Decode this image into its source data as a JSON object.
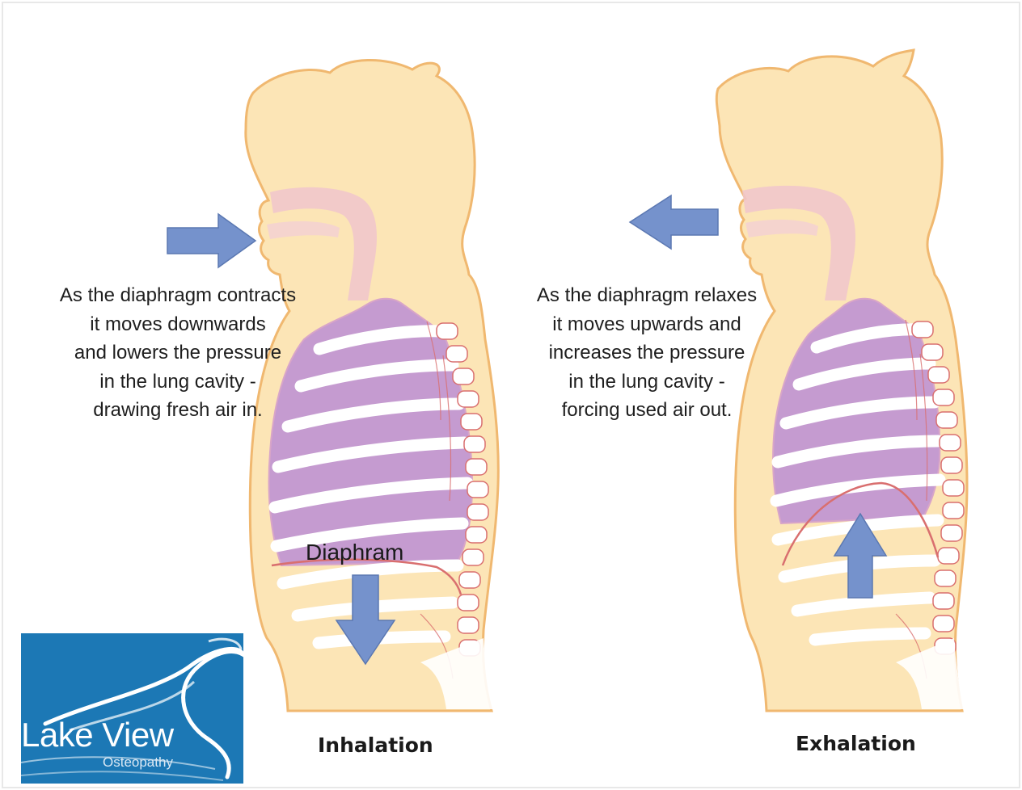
{
  "diagram": {
    "inhalation": {
      "title": "Inhalation",
      "caption_lines": [
        "As the diaphragm contracts",
        "it moves downwards",
        "and lowers the pressure",
        "in the lung cavity -",
        "drawing fresh air in."
      ],
      "diaphragm_label": "Diaphram"
    },
    "exhalation": {
      "title": "Exhalation",
      "caption_lines": [
        "As the diaphragm relaxes",
        "it moves upwards and",
        "increases the pressure",
        "in the lung cavity -",
        "forcing used air out."
      ]
    }
  },
  "logo": {
    "name": "Lake View",
    "subtitle": "Osteopathy"
  },
  "colors": {
    "skin": "#fce5b6",
    "skin_outline": "#f0b870",
    "lung": "#c59bd0",
    "airway": "#f0c6cc",
    "arrow": "#7592cc",
    "rib_line": "#d96f6f",
    "logo_bg": "#1c78b5"
  }
}
